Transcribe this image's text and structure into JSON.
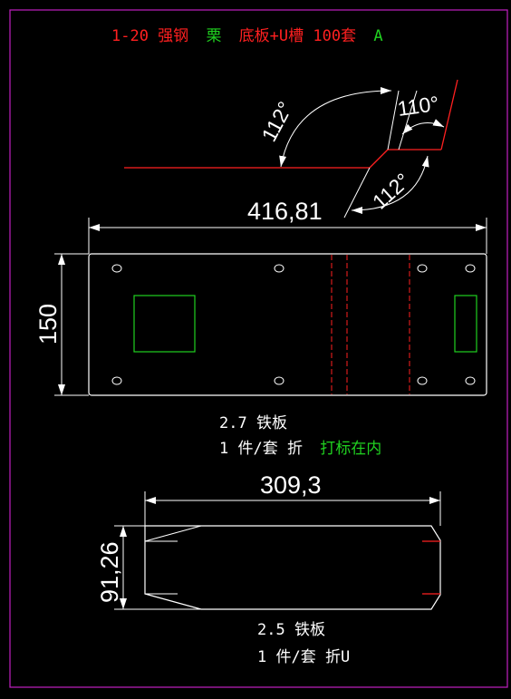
{
  "title": {
    "part1": "1-20 强钢",
    "part2": "栗",
    "part3": "底板+U槽 100套",
    "part4": "A",
    "colors": {
      "part1": "#ff2020",
      "part2": "#20d020",
      "part3": "#ff2020",
      "part4": "#20d020"
    }
  },
  "angles": {
    "a1": "112°",
    "a2": "110°",
    "a3": "112°"
  },
  "plate1": {
    "width_label": "416,81",
    "height_label": "150",
    "note_line1": "2.7 铁板",
    "note_line2_white": "1 件/套 折",
    "note_line2_green": "打标在内"
  },
  "plate2": {
    "width_label": "309,3",
    "height_label": "91,26",
    "note_line1": "2.5 铁板",
    "note_line2": "1 件/套 折U"
  },
  "colors": {
    "frame": "#c020c0",
    "outline": "#ffffff",
    "bend": "#ff2020",
    "cutout": "#20d020"
  }
}
